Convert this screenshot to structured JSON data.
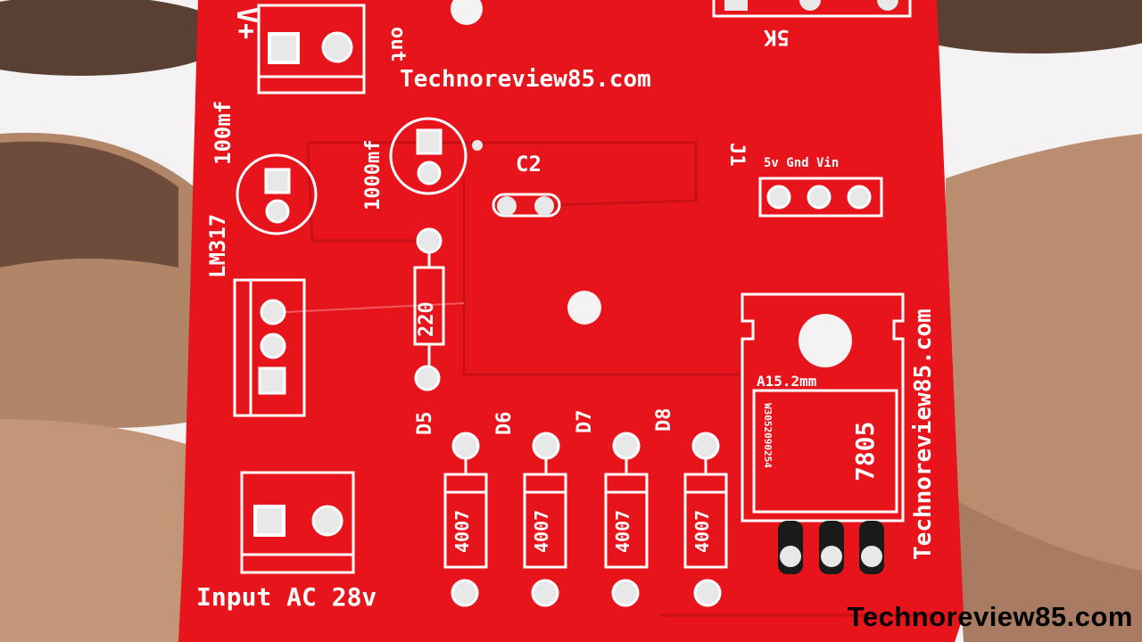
{
  "scene": {
    "description_colors": {
      "board": "#e8141c",
      "board_dark": "#c90f16",
      "silkscreen": "#ffffff",
      "skin": "#b58a6e",
      "background": "#f4f2f2"
    }
  },
  "pcb": {
    "top_url": "Technoreview85.com",
    "side_url": "Technoreview85.com",
    "input_label": "Input AC 28v",
    "v_plus": "V+",
    "out": "out",
    "pot": "5K",
    "cap1": "100mf",
    "cap2": "1000mf",
    "c2": "C2",
    "j1": "J1",
    "j1_pins": "5v Gnd Vin",
    "lm317": "LM317",
    "resistor": "220",
    "diodes": [
      "D5",
      "D6",
      "D7",
      "D8"
    ],
    "diode_value": "4007",
    "heatsink": "A15.2mm",
    "reg": "7805",
    "reg_code": "W3052090254"
  },
  "watermark": "Technoreview85.com"
}
